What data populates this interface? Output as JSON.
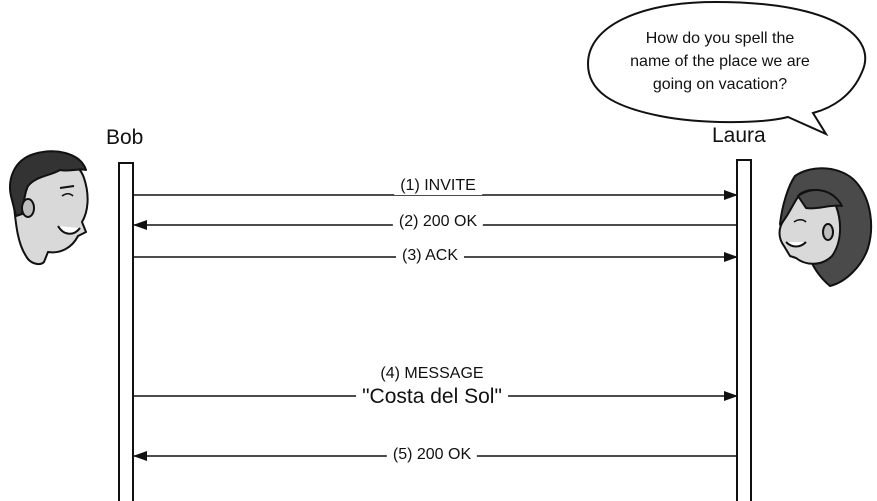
{
  "participants": {
    "left": {
      "name": "Bob"
    },
    "right": {
      "name": "Laura"
    }
  },
  "speech_bubble": {
    "lines": [
      "How do you spell the",
      "name of the place we are",
      "going on vacation?"
    ]
  },
  "messages": [
    {
      "label": "(1) INVITE",
      "direction": "left-to-right"
    },
    {
      "label": "(2) 200 OK",
      "direction": "right-to-left"
    },
    {
      "label": "(3) ACK",
      "direction": "left-to-right"
    },
    {
      "label": "(4) MESSAGE",
      "body": "\"Costa del Sol\"",
      "direction": "left-to-right"
    },
    {
      "label": "(5) 200 OK",
      "direction": "right-to-left"
    }
  ],
  "icons": [
    "bob-face-icon",
    "laura-face-icon"
  ]
}
